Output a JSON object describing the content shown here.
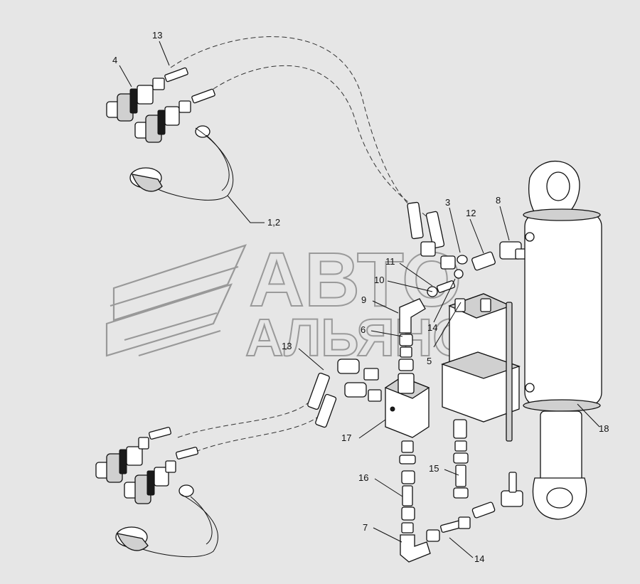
{
  "callouts": [
    {
      "id": "c-4",
      "text": "4"
    },
    {
      "id": "c-13a",
      "text": "13"
    },
    {
      "id": "c-1-2",
      "text": "1,2"
    },
    {
      "id": "c-3",
      "text": "3"
    },
    {
      "id": "c-8",
      "text": "8"
    },
    {
      "id": "c-12",
      "text": "12"
    },
    {
      "id": "c-11",
      "text": "11"
    },
    {
      "id": "c-10",
      "text": "10"
    },
    {
      "id": "c-9",
      "text": "9"
    },
    {
      "id": "c-14a",
      "text": "14"
    },
    {
      "id": "c-5",
      "text": "5"
    },
    {
      "id": "c-6",
      "text": "6"
    },
    {
      "id": "c-13b",
      "text": "13"
    },
    {
      "id": "c-17",
      "text": "17"
    },
    {
      "id": "c-18",
      "text": "18"
    },
    {
      "id": "c-15",
      "text": "15"
    },
    {
      "id": "c-16",
      "text": "16"
    },
    {
      "id": "c-7",
      "text": "7"
    },
    {
      "id": "c-14b",
      "text": "14"
    }
  ],
  "watermark": {
    "line1": "АВТО",
    "line2": "АЛЬЯНС"
  }
}
